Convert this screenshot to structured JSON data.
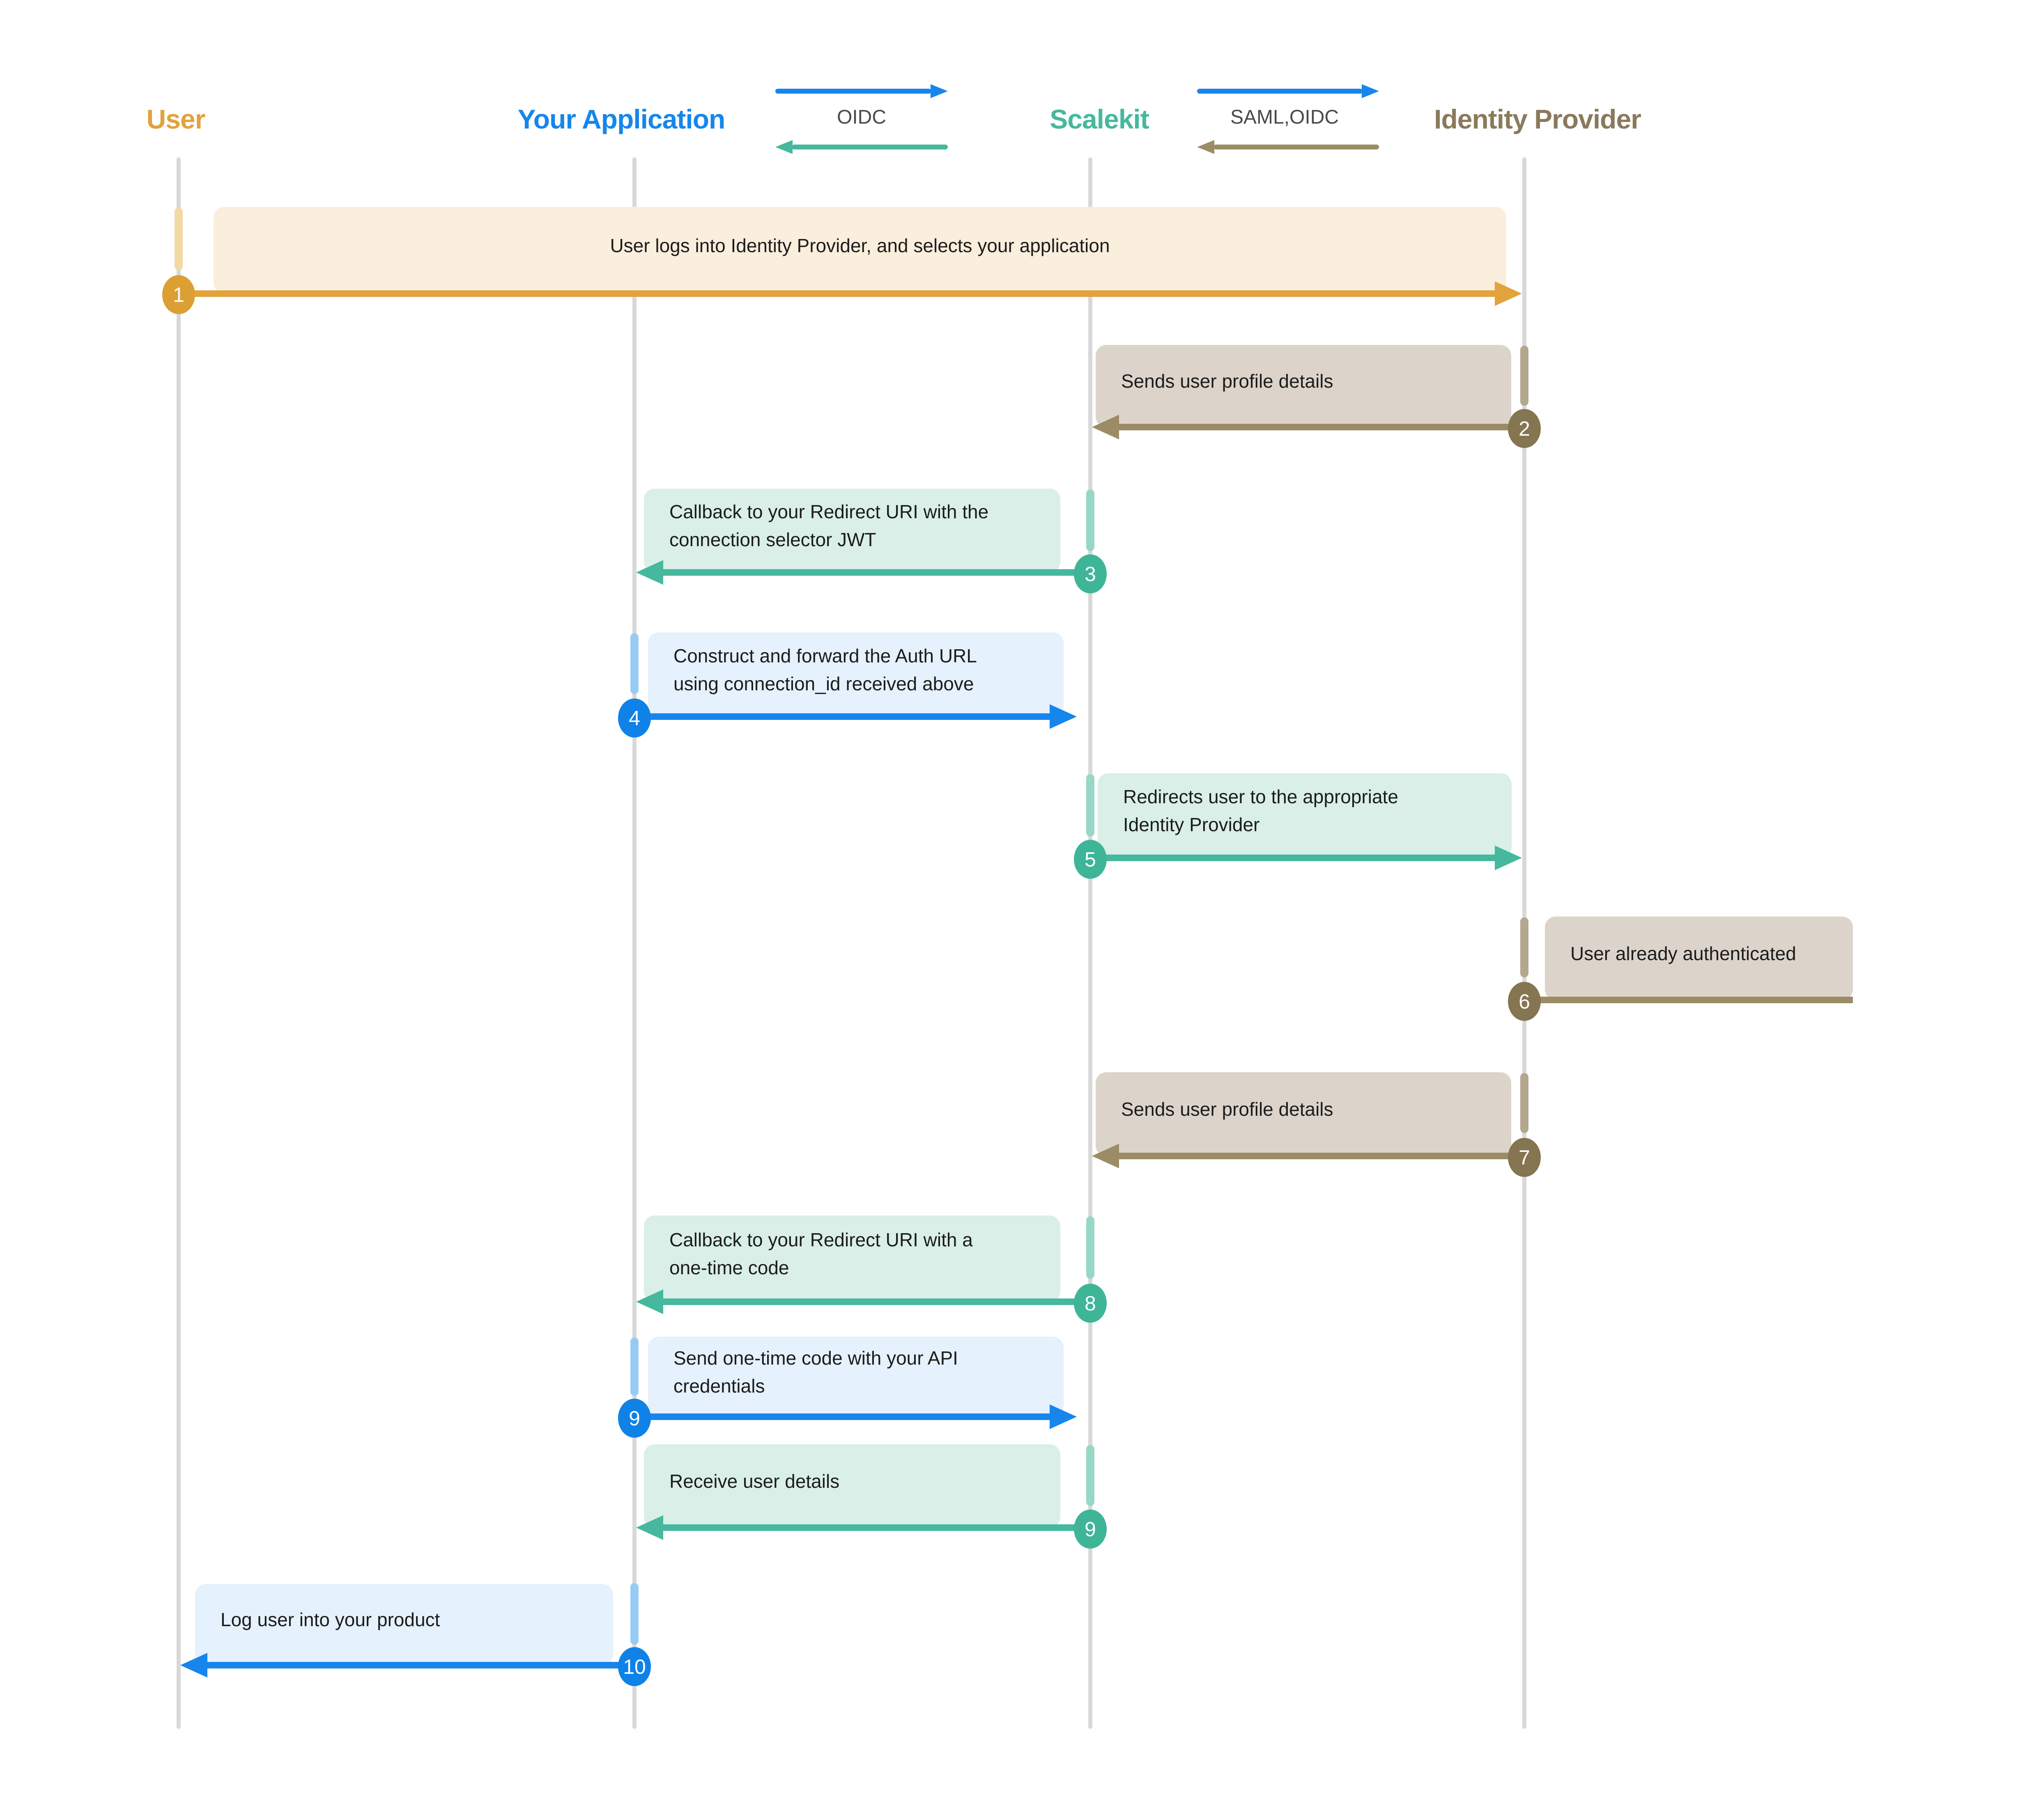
{
  "actors": [
    {
      "name": "User",
      "color": "#E2A33C"
    },
    {
      "name": "Your Application",
      "color": "#1686EC"
    },
    {
      "name": "Scalekit",
      "color": "#45B89D"
    },
    {
      "name": "Identity Provider",
      "color": "#8A7A5B"
    }
  ],
  "legend": {
    "app_scalekit": {
      "label": "OIDC",
      "forward_color": "#1686EC",
      "back_color": "#45B89D"
    },
    "scalekit_idp": {
      "label": "SAML,OIDC",
      "forward_color": "#1686EC",
      "back_color": "#9C8C66"
    }
  },
  "steps": [
    {
      "num": "1",
      "text": "User logs into Identity Provider, and selects your application",
      "from": "User",
      "to": "Identity Provider",
      "color": "#E2A33C"
    },
    {
      "num": "2",
      "text": "Sends user profile details",
      "from": "Identity Provider",
      "to": "Scalekit",
      "color": "#9C8C66"
    },
    {
      "num": "3",
      "text": "Callback to your Redirect URI with the\nconnection selector JWT",
      "from": "Scalekit",
      "to": "Your Application",
      "color": "#45B89D"
    },
    {
      "num": "4",
      "text": "Construct and forward the Auth URL\nusing connection_id received above",
      "from": "Your Application",
      "to": "Scalekit",
      "color": "#1686EC"
    },
    {
      "num": "5",
      "text": "Redirects user to the appropriate\nIdentity Provider",
      "from": "Scalekit",
      "to": "Identity Provider",
      "color": "#45B89D"
    },
    {
      "num": "6",
      "text": "User already authenticated",
      "from": "Identity Provider",
      "to": "Identity Provider",
      "color": "#9C8C66"
    },
    {
      "num": "7",
      "text": "Sends user profile details",
      "from": "Identity Provider",
      "to": "Scalekit",
      "color": "#9C8C66"
    },
    {
      "num": "8",
      "text": "Callback to your Redirect URI with a\none-time code",
      "from": "Scalekit",
      "to": "Your Application",
      "color": "#45B89D"
    },
    {
      "num": "9",
      "text": "Send one-time code with your API\ncredentials",
      "from": "Your Application",
      "to": "Scalekit",
      "color": "#1686EC"
    },
    {
      "num": "9",
      "text": "Receive user details",
      "from": "Scalekit",
      "to": "Your Application",
      "color": "#45B89D"
    },
    {
      "num": "10",
      "text": "Log user into your product",
      "from": "Your Application",
      "to": "User",
      "color": "#1686EC"
    }
  ]
}
